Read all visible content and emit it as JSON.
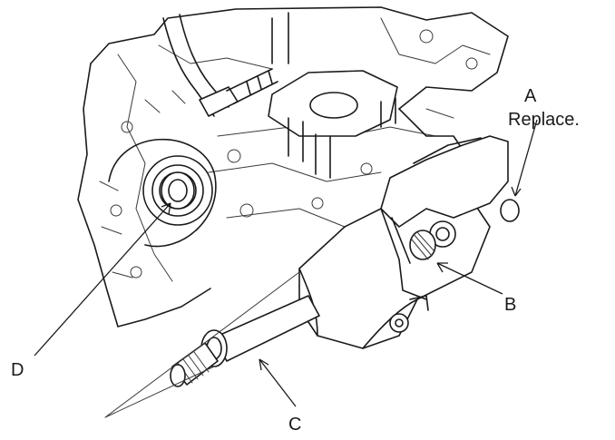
{
  "callouts": {
    "a_letter": "A",
    "a_note": "Replace.",
    "b": "B",
    "c": "C",
    "d": "D"
  },
  "parts": {
    "a": "o-ring-icon",
    "b": "intermediate-shaft-bearing-icon",
    "c": "intermediate-shaft-icon",
    "d": "differential-oil-seal-icon"
  }
}
